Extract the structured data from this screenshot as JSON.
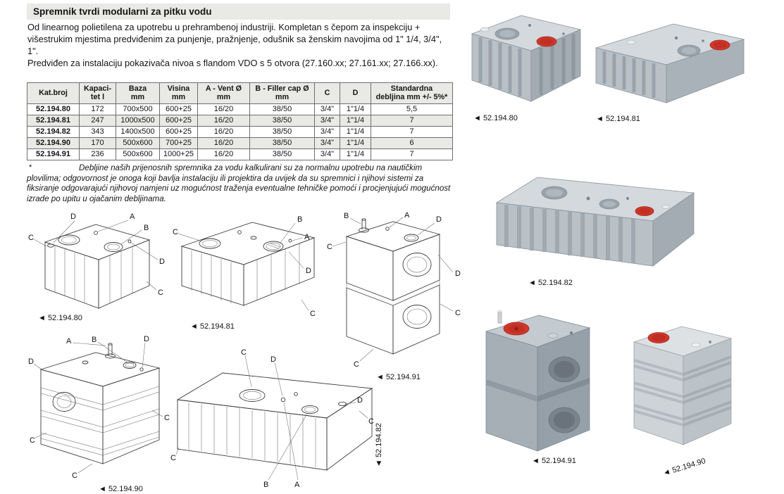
{
  "header": {
    "title": "Spremnik tvrdi modularni za pitku vodu",
    "description_1": "Od linearnog polietilena za upotrebu u prehrambenoj industriji. Kompletan s čepom za inspekciju + višestrukim mjestima predviđenim za punjenje, pražnjenje, odušnik sa ženskim navojima od 1\" 1/4, 3/4\", 1\".",
    "description_2": "Predviđen za instalaciju pokazivača nivoa s flandom VDO s 5 otvora (27.160.xx; 27.161.xx; 27.166.xx)."
  },
  "table": {
    "headers": [
      "Kat.broj",
      "Kapaci-\ntet l",
      "Baza\nmm",
      "Visina\nmm",
      "A - Vent Ø\nmm",
      "B - Filler cap Ø\nmm",
      "C",
      "D",
      "Standardna\ndebljina mm +/- 5%*"
    ],
    "rows": [
      [
        "52.194.80",
        "172",
        "700x500",
        "600+25",
        "16/20",
        "38/50",
        "3/4\"",
        "1\"1/4",
        "5,5"
      ],
      [
        "52.194.81",
        "247",
        "1000x500",
        "600+25",
        "16/20",
        "38/50",
        "3/4\"",
        "1\"1/4",
        "7"
      ],
      [
        "52.194.82",
        "343",
        "1400x500",
        "600+25",
        "16/20",
        "38/50",
        "3/4\"",
        "1\"1/4",
        "7"
      ],
      [
        "52.194.90",
        "170",
        "500x600",
        "700+25",
        "16/20",
        "38/50",
        "3/4\"",
        "1\"1/4",
        "6"
      ],
      [
        "52.194.91",
        "236",
        "500x600",
        "1000+25",
        "16/20",
        "38/50",
        "3/4\"",
        "1\"1/4",
        "7"
      ]
    ]
  },
  "footnote": {
    "marker": "*",
    "text": "Debljine naših prijenosnih spremnika za vodu kalkulirani su za normalnu upotrebu na nautičkim plovilima; odgovornost je onoga koji bavlja instalaciju ili projektira da uvijek da su spremnici i njihovi sistemi za fiksiranje odgovarajući njihovoj namjeni uz mogućnost traženja eventualne tehničke pomoći i procjenjujući mogućnost izrade po upitu u ojačanim debljinama."
  },
  "labels": {
    "a": "A",
    "b": "B",
    "c": "C",
    "d": "D"
  },
  "diagrams": {
    "d80": {
      "caption": "◄ 52.194.80"
    },
    "d81": {
      "caption": "◄ 52.194.81"
    },
    "d91": {
      "caption": "◄ 52.194.91"
    },
    "d90": {
      "caption": "◄ 52.194.90"
    },
    "d82": {
      "caption": "◄ 52.194.82"
    }
  },
  "photos": {
    "p80": {
      "caption": "◄ 52.194.80"
    },
    "p81": {
      "caption": "◄ 52.194.81"
    },
    "p82": {
      "caption": "◄ 52.194.82"
    },
    "p91": {
      "caption": "◄ 52.194.91"
    },
    "p90": {
      "caption": "◄ 52.194.90"
    }
  },
  "colors": {
    "accent_red": "#cf372a",
    "table_header_bg": "#e9e9e5"
  }
}
